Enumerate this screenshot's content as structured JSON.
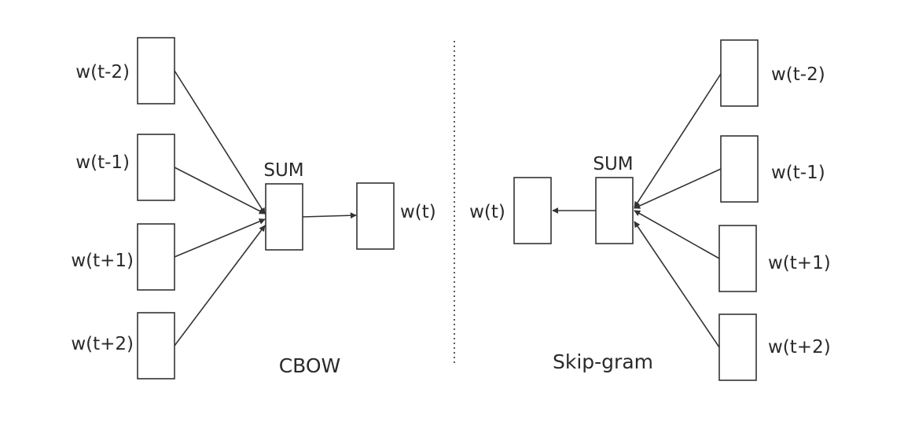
{
  "cbow": {
    "title": "CBOW",
    "sum_label": "SUM",
    "output_label": "w(t)",
    "inputs": [
      "w(t-2)",
      "w(t-1)",
      "w(t+1)",
      "w(t+2)"
    ]
  },
  "skipgram": {
    "title": "Skip-gram",
    "sum_label": "SUM",
    "input_label": "w(t)",
    "outputs": [
      "w(t-2)",
      "w(t-1)",
      "w(t+1)",
      "w(t+2)"
    ]
  },
  "colors": {
    "stroke": "#333333",
    "text": "#2a2a2a",
    "background": "#ffffff"
  }
}
